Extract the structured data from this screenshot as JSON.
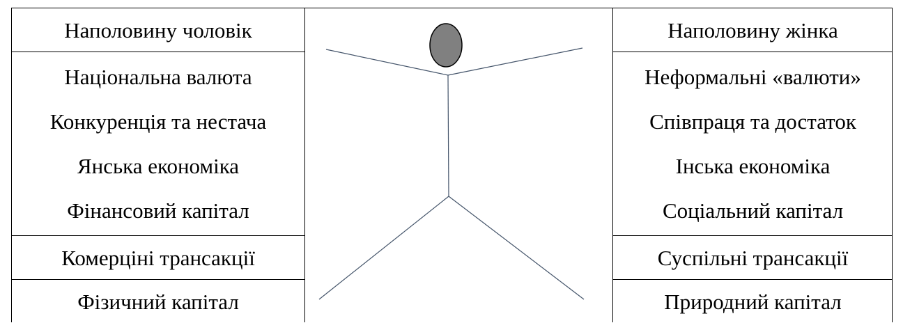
{
  "left": {
    "top": "Наполовину чоловік",
    "middle": [
      "Національна валюта",
      "Конкуренція та нестача",
      "Янська економіка",
      "Фінансовий капітал"
    ],
    "row3": "Комерціні трансакції",
    "row4": "Фізичний капітал"
  },
  "right": {
    "top": "Наполовину жінка",
    "middle": [
      "Неформальні «валюти»",
      "Співпраця та достаток",
      "Інська економіка",
      "Соціальний капітал"
    ],
    "row3": "Суспільні трансакції",
    "row4": "Природний капітал"
  },
  "figure": {
    "head_fill": "#808080",
    "line_color": "#44546a"
  }
}
